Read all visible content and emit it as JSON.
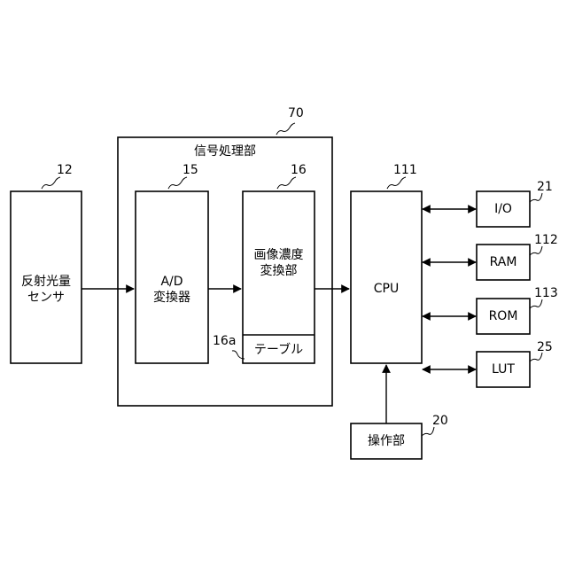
{
  "diagram": {
    "ref_signal_processing": "70",
    "signal_processing_title": "信号処理部",
    "sensor": {
      "ref": "12",
      "line1": "反射光量",
      "line2": "センサ"
    },
    "ad_converter": {
      "ref": "15",
      "line1": "A/D",
      "line2": "変換器"
    },
    "density_converter": {
      "ref": "16",
      "line1": "画像濃度",
      "line2": "変換部"
    },
    "table": {
      "ref": "16a",
      "label": "テーブル"
    },
    "cpu": {
      "ref": "111",
      "label": "CPU"
    },
    "io": {
      "ref": "21",
      "label": "I/O"
    },
    "ram": {
      "ref": "112",
      "label": "RAM"
    },
    "rom": {
      "ref": "113",
      "label": "ROM"
    },
    "lut": {
      "ref": "25",
      "label": "LUT"
    },
    "operation": {
      "ref": "20",
      "label": "操作部"
    }
  }
}
